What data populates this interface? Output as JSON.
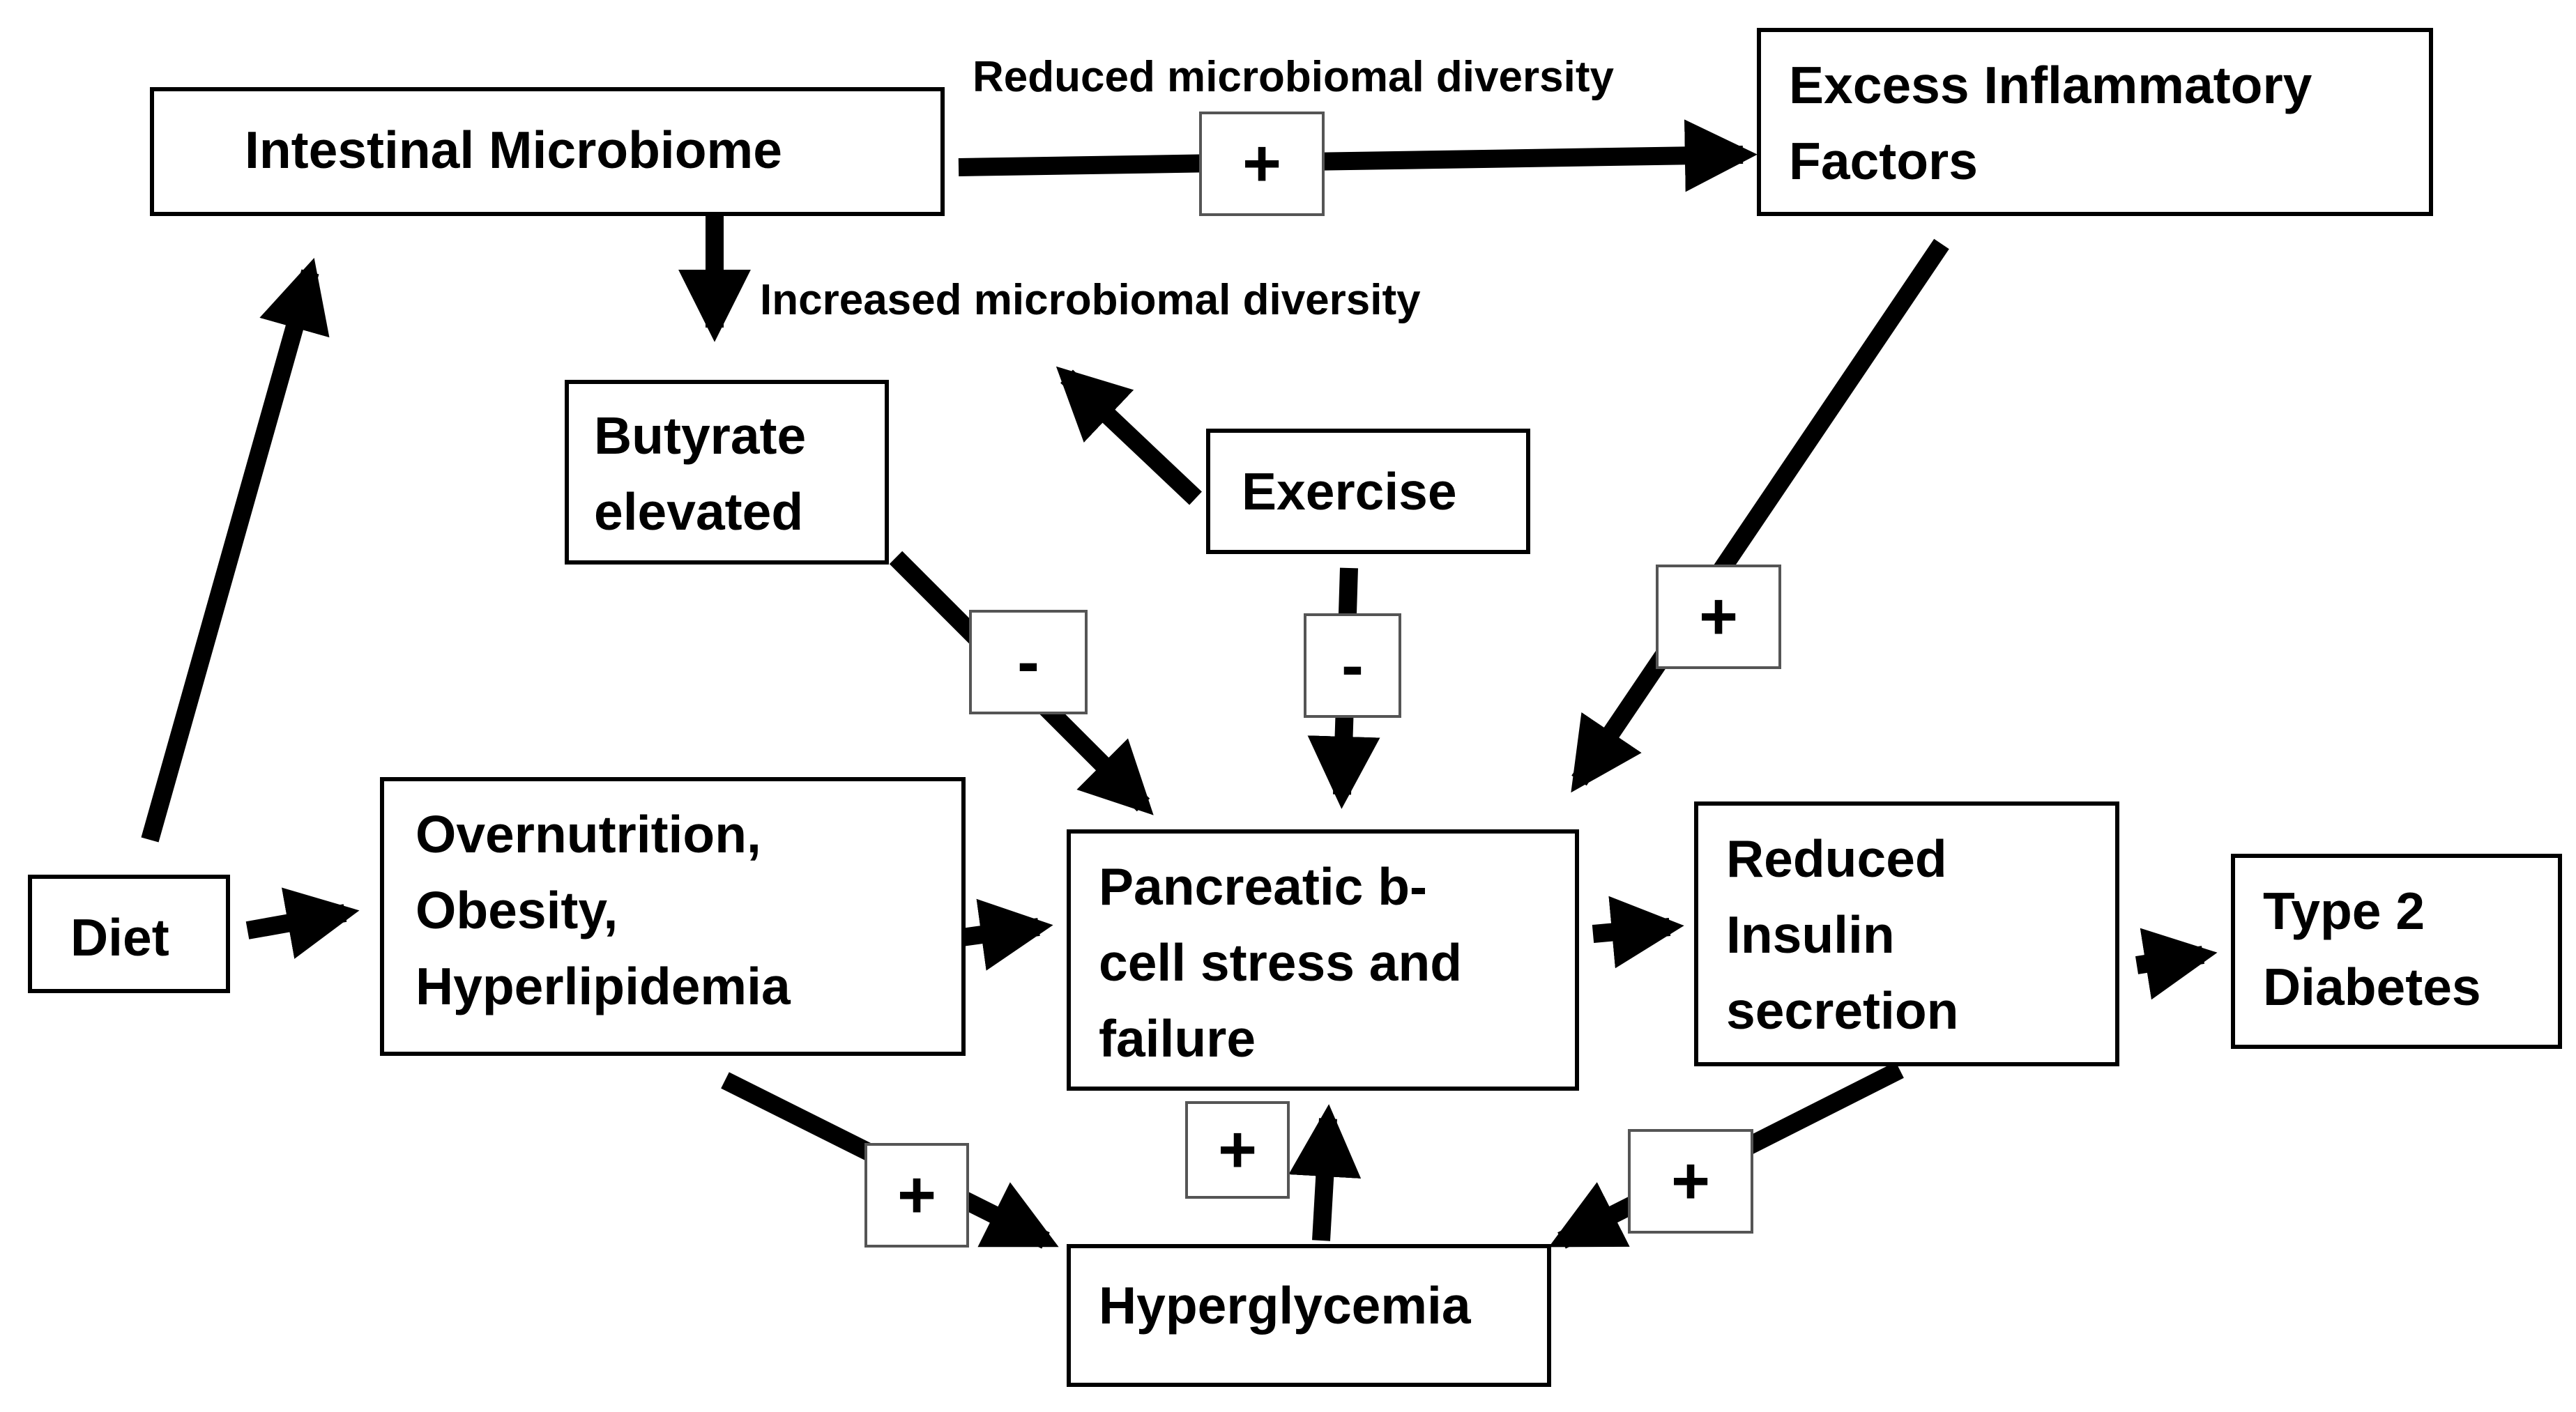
{
  "nodes": {
    "intestinal_microbiome": "Intestinal Microbiome",
    "excess_inflammatory": "Excess  Inflammatory\nFactors",
    "butyrate": "Butyrate\nelevated",
    "exercise": "Exercise",
    "diet": "Diet",
    "overnutrition": "Overnutrition,\nObesity,\nHyperlipidemia",
    "pancreatic": "Pancreatic b-\ncell stress and\n failure",
    "reduced_insulin": "Reduced\nInsulin\nsecretion",
    "type2": "Type 2\nDiabetes",
    "hyperglycemia": "Hyperglycemia"
  },
  "edge_labels": {
    "reduced_diversity": "Reduced microbiomal diversity",
    "increased_diversity": "Increased microbiomal diversity"
  },
  "signs": {
    "microbiome_to_inflammatory": "+",
    "butyrate_to_pancreatic": "-",
    "exercise_to_pancreatic": "-",
    "inflammatory_to_pancreatic": "+",
    "overnutrition_to_hyperglycemia": "+",
    "hyperglycemia_to_pancreatic": "+",
    "insulin_to_hyperglycemia": "+"
  }
}
